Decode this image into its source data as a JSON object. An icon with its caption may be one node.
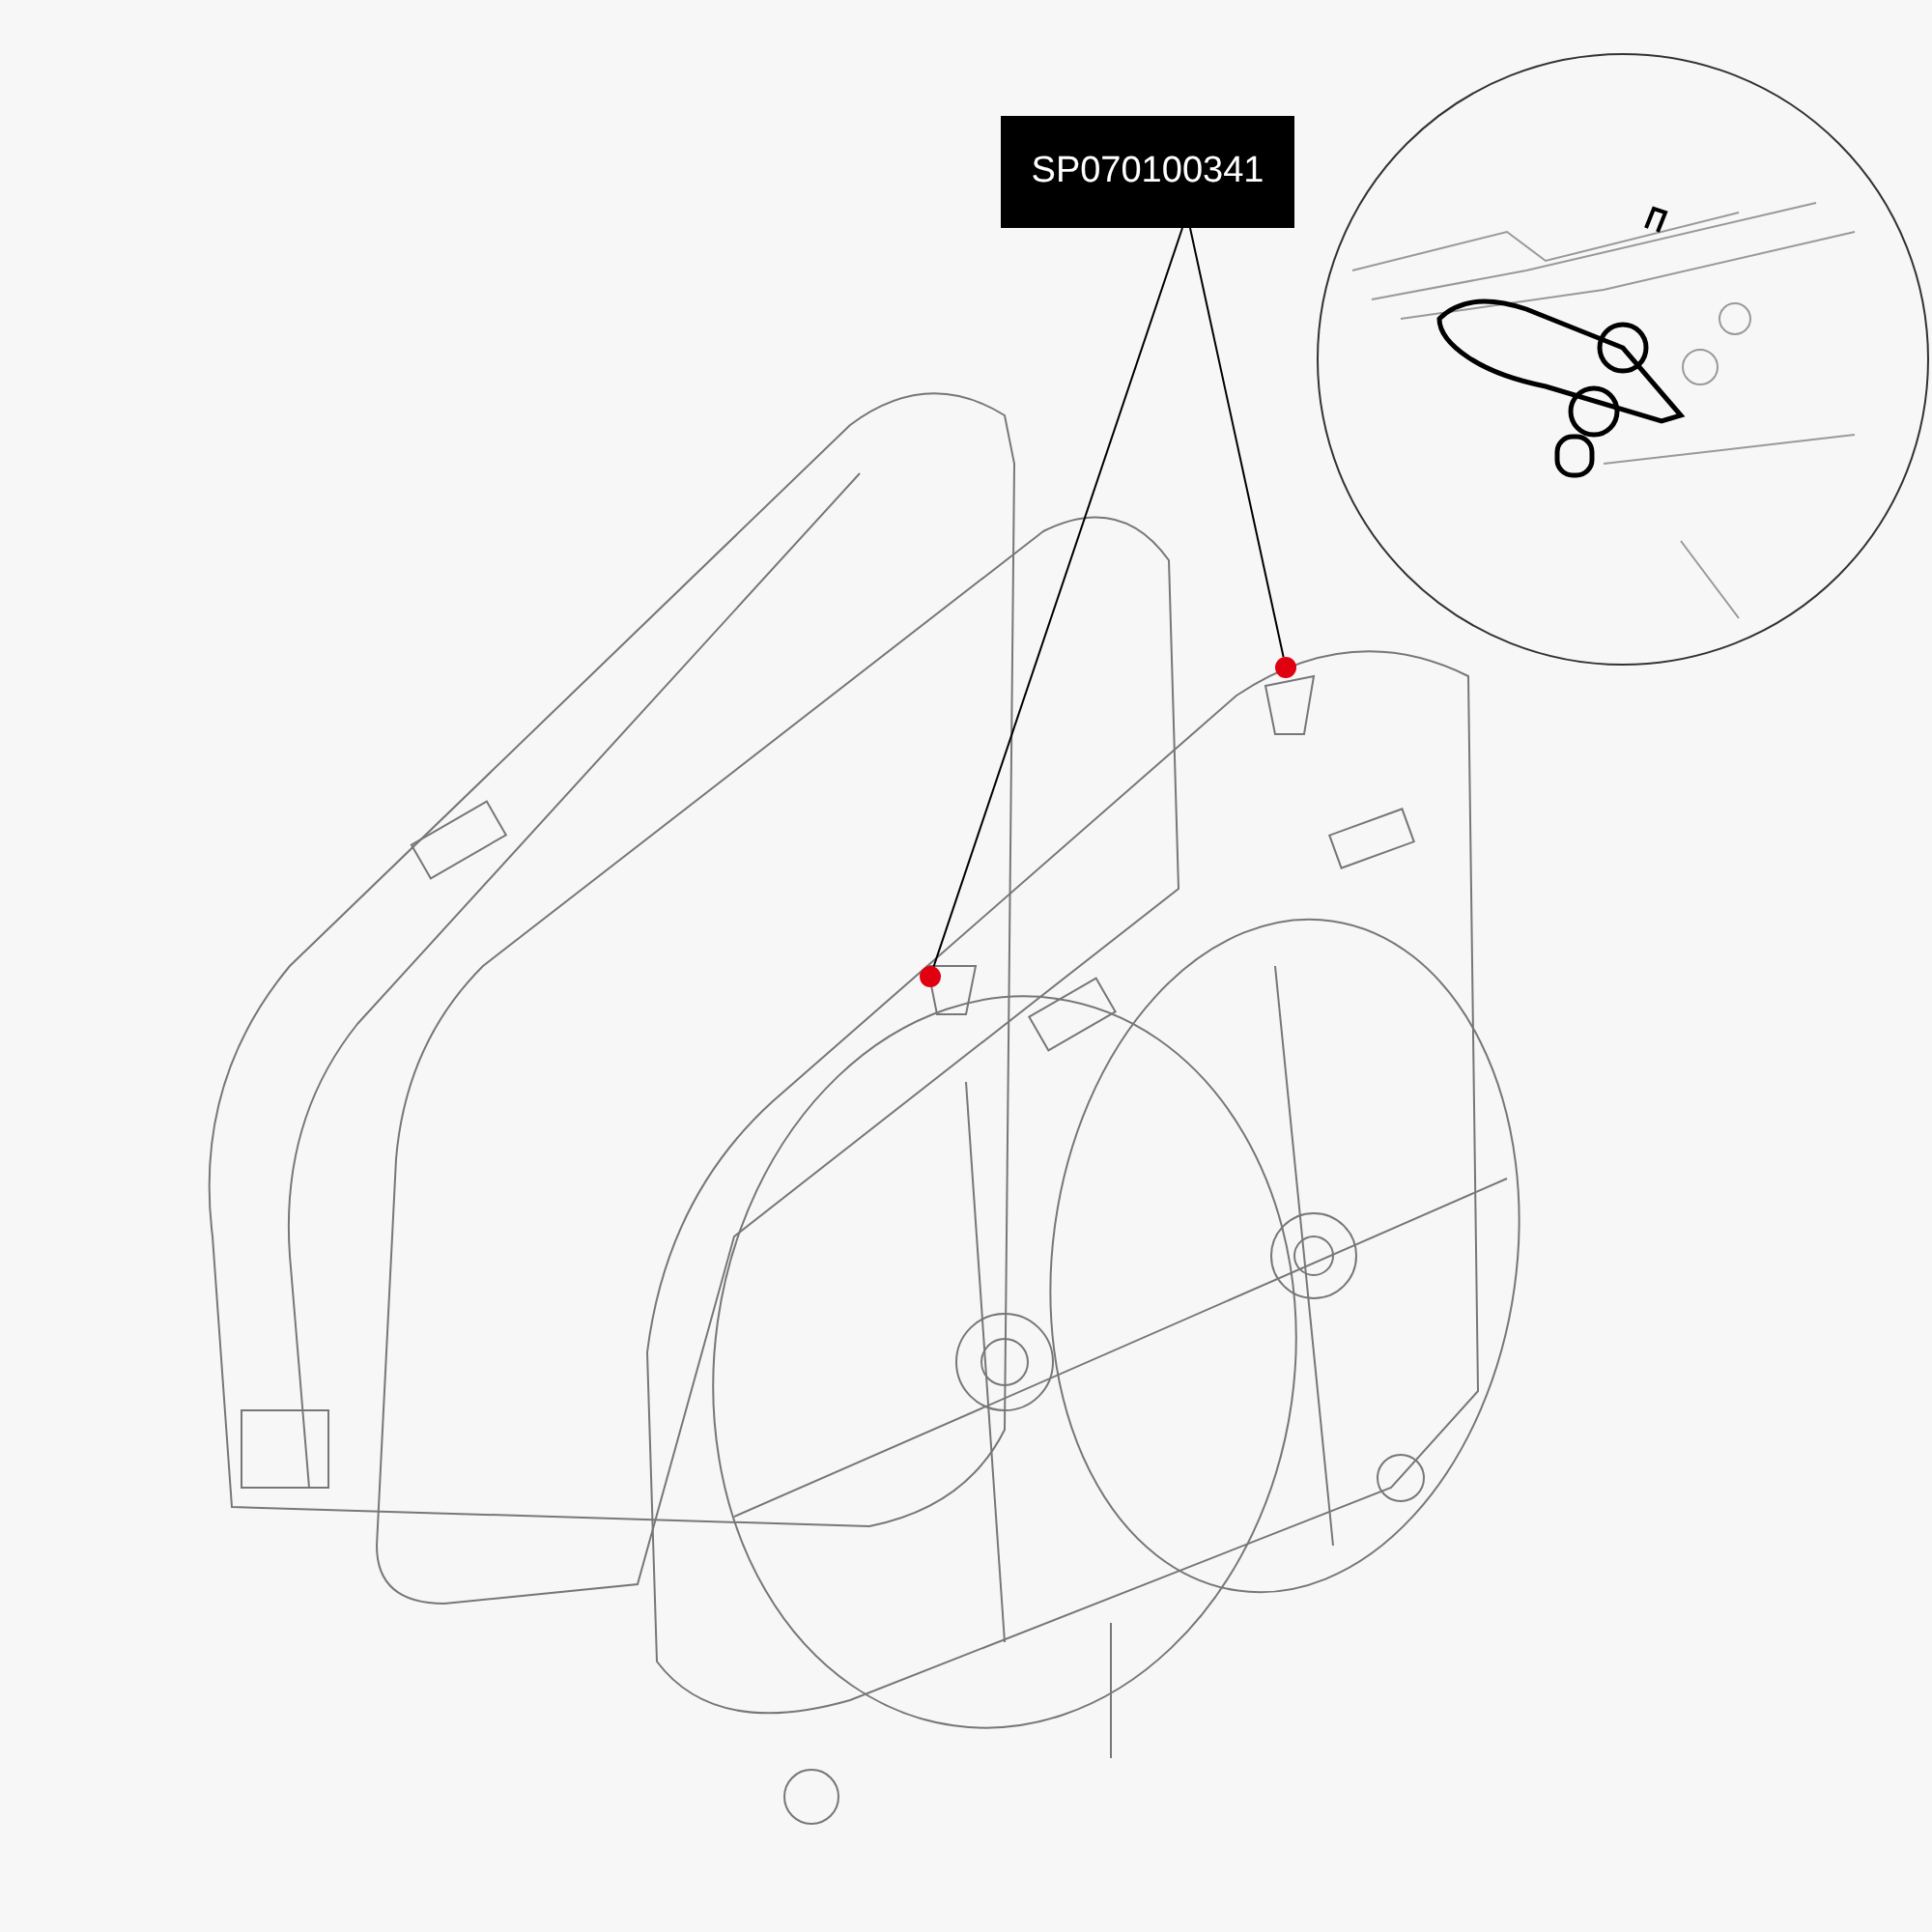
{
  "diagram": {
    "nodes": [
      {
        "text": [
          "SP070100341"
        ]
      },
      {
        "text": [],
        "shape": "circle"
      },
      {
        "text": [],
        "shape": "circle"
      }
    ],
    "edges": [
      {
        "from": 0,
        "to": 1,
        "arrow": "none"
      },
      {
        "from": 0,
        "to": 2,
        "arrow": "none"
      }
    ]
  }
}
